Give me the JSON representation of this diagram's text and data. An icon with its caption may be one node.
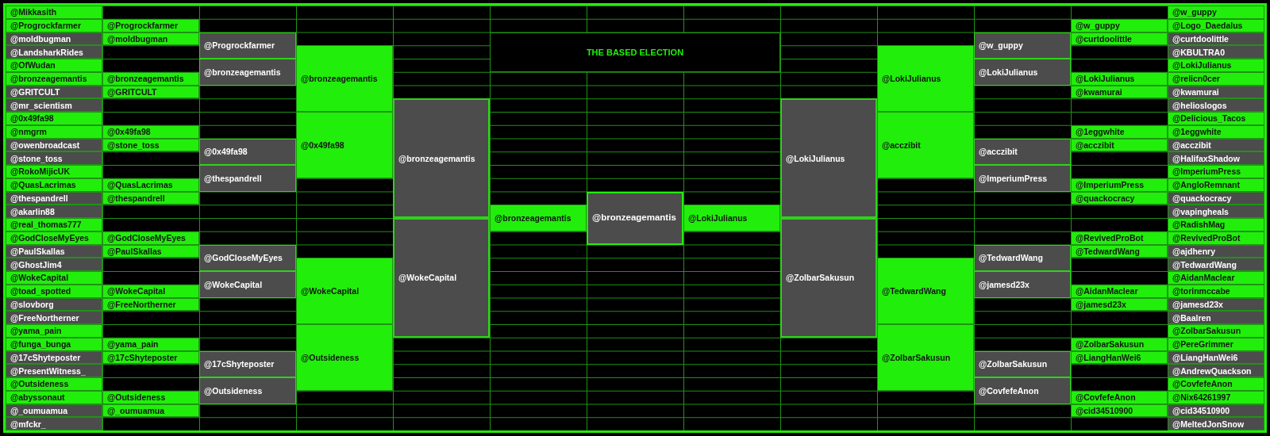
{
  "diagram": {
    "title": "THE BASED ELECTION",
    "nodes": [
      {
        "text": [
          "@Mikkasith"
        ]
      },
      {
        "text": [
          "@Progrockfarmer"
        ]
      },
      {
        "text": [
          "@moldbugman"
        ]
      },
      {
        "text": [
          "@LandsharkRides"
        ]
      },
      {
        "text": [
          "@OfWudan"
        ]
      },
      {
        "text": [
          "@bronzeagemantis"
        ]
      },
      {
        "text": [
          "@GRITCULT"
        ]
      },
      {
        "text": [
          "@mr_scientism"
        ]
      },
      {
        "text": [
          "@0x49fa98"
        ]
      },
      {
        "text": [
          "@nmgrm"
        ]
      },
      {
        "text": [
          "@owenbroadcast"
        ]
      },
      {
        "text": [
          "@stone_toss"
        ]
      },
      {
        "text": [
          "@RokoMijicUK"
        ]
      },
      {
        "text": [
          "@QuasLacrimas"
        ]
      },
      {
        "text": [
          "@thespandrell"
        ]
      },
      {
        "text": [
          "@akarlin88"
        ]
      },
      {
        "text": [
          "@real_thomas777"
        ]
      },
      {
        "text": [
          "@GodCloseMyEyes"
        ]
      },
      {
        "text": [
          "@PaulSkallas"
        ]
      },
      {
        "text": [
          "@GhostJim4"
        ]
      },
      {
        "text": [
          "@WokeCapital"
        ]
      },
      {
        "text": [
          "@toad_spotted"
        ]
      },
      {
        "text": [
          "@slovborg"
        ]
      },
      {
        "text": [
          "@FreeNortherner"
        ]
      },
      {
        "text": [
          "@yama_pain"
        ]
      },
      {
        "text": [
          "@funga_bunga"
        ]
      },
      {
        "text": [
          "@17cShyteposter"
        ]
      },
      {
        "text": [
          "@PresentWitness_"
        ]
      },
      {
        "text": [
          "@Outsideness"
        ]
      },
      {
        "text": [
          "@abyssonaut"
        ]
      },
      {
        "text": [
          "@_oumuamua"
        ]
      },
      {
        "text": [
          "@mfckr_"
        ]
      },
      {
        "text": [
          "@Progrockfarmer"
        ]
      },
      {
        "text": [
          "@moldbugman"
        ]
      },
      {
        "text": [
          "@bronzeagemantis"
        ]
      },
      {
        "text": [
          "@GRITCULT"
        ]
      },
      {
        "text": [
          "@0x49fa98"
        ]
      },
      {
        "text": [
          "@stone_toss"
        ]
      },
      {
        "text": [
          "@QuasLacrimas"
        ]
      },
      {
        "text": [
          "@thespandrell"
        ]
      },
      {
        "text": [
          "@GodCloseMyEyes"
        ]
      },
      {
        "text": [
          "@PaulSkallas"
        ]
      },
      {
        "text": [
          "@WokeCapital"
        ]
      },
      {
        "text": [
          "@FreeNortherner"
        ]
      },
      {
        "text": [
          "@yama_pain"
        ]
      },
      {
        "text": [
          "@17cShyteposter"
        ]
      },
      {
        "text": [
          "@Outsideness"
        ]
      },
      {
        "text": [
          "@_oumuamua"
        ]
      },
      {
        "text": [
          "@Progrockfarmer"
        ]
      },
      {
        "text": [
          "@bronzeagemantis"
        ]
      },
      {
        "text": [
          "@0x49fa98"
        ]
      },
      {
        "text": [
          "@thespandrell"
        ]
      },
      {
        "text": [
          "@GodCloseMyEyes"
        ]
      },
      {
        "text": [
          "@WokeCapital"
        ]
      },
      {
        "text": [
          "@17cShyteposter"
        ]
      },
      {
        "text": [
          "@Outsideness"
        ]
      },
      {
        "text": [
          "@bronzeagemantis"
        ]
      },
      {
        "text": [
          "@0x49fa98"
        ]
      },
      {
        "text": [
          "@WokeCapital"
        ]
      },
      {
        "text": [
          "@Outsideness"
        ]
      },
      {
        "text": [
          "@bronzeagemantis"
        ]
      },
      {
        "text": [
          "@WokeCapital"
        ]
      },
      {
        "text": [
          "@bronzeagemantis"
        ]
      },
      {
        "text": [
          "@bronzeagemantis"
        ]
      },
      {
        "text": [
          "@LokiJulianus"
        ]
      },
      {
        "text": [
          "@LokiJulianus"
        ]
      },
      {
        "text": [
          "@ZolbarSakusun"
        ]
      },
      {
        "text": [
          "@LokiJulianus"
        ]
      },
      {
        "text": [
          "@acczibit"
        ]
      },
      {
        "text": [
          "@TedwardWang"
        ]
      },
      {
        "text": [
          "@ZolbarSakusun"
        ]
      },
      {
        "text": [
          "@w_guppy"
        ]
      },
      {
        "text": [
          "@LokiJulianus"
        ]
      },
      {
        "text": [
          "@acczibit"
        ]
      },
      {
        "text": [
          "@ImperiumPress"
        ]
      },
      {
        "text": [
          "@TedwardWang"
        ]
      },
      {
        "text": [
          "@jamesd23x"
        ]
      },
      {
        "text": [
          "@ZolbarSakusun"
        ]
      },
      {
        "text": [
          "@CovfefeAnon"
        ]
      },
      {
        "text": [
          "@w_guppy"
        ]
      },
      {
        "text": [
          "@curtdoolittle"
        ]
      },
      {
        "text": [
          "@LokiJulianus"
        ]
      },
      {
        "text": [
          "@kwamurai"
        ]
      },
      {
        "text": [
          "@1eggwhite"
        ]
      },
      {
        "text": [
          "@acczibit"
        ]
      },
      {
        "text": [
          "@ImperiumPress"
        ]
      },
      {
        "text": [
          "@quackocracy"
        ]
      },
      {
        "text": [
          "@RevivedProBot"
        ]
      },
      {
        "text": [
          "@TedwardWang"
        ]
      },
      {
        "text": [
          "@AidanMaclear"
        ]
      },
      {
        "text": [
          "@jamesd23x"
        ]
      },
      {
        "text": [
          "@ZolbarSakusun"
        ]
      },
      {
        "text": [
          "@LiangHanWei6"
        ]
      },
      {
        "text": [
          "@CovfefeAnon"
        ]
      },
      {
        "text": [
          "@cid34510900"
        ]
      },
      {
        "text": [
          "@w_guppy"
        ]
      },
      {
        "text": [
          "@Logo_Daedalus"
        ]
      },
      {
        "text": [
          "@curtdoolittle"
        ]
      },
      {
        "text": [
          "@KBULTRA0"
        ]
      },
      {
        "text": [
          "@LokiJulianus"
        ]
      },
      {
        "text": [
          "@relicn0cer"
        ]
      },
      {
        "text": [
          "@kwamurai"
        ]
      },
      {
        "text": [
          "@helioslogos"
        ]
      },
      {
        "text": [
          "@Delicious_Tacos"
        ]
      },
      {
        "text": [
          "@1eggwhite"
        ]
      },
      {
        "text": [
          "@acczibit"
        ]
      },
      {
        "text": [
          "@HalifaxShadow"
        ]
      },
      {
        "text": [
          "@ImperiumPress"
        ]
      },
      {
        "text": [
          "@AngloRemnant"
        ]
      },
      {
        "text": [
          "@quackocracy"
        ]
      },
      {
        "text": [
          "@vapingheals"
        ]
      },
      {
        "text": [
          "@RadishMag"
        ]
      },
      {
        "text": [
          "@RevivedProBot"
        ]
      },
      {
        "text": [
          "@ajdhenry"
        ]
      },
      {
        "text": [
          "@TedwardWang"
        ]
      },
      {
        "text": [
          "@AidanMaclear"
        ]
      },
      {
        "text": [
          "@torinmccabe"
        ]
      },
      {
        "text": [
          "@jamesd23x"
        ]
      },
      {
        "text": [
          "@Baalren"
        ]
      },
      {
        "text": [
          "@ZolbarSakusun"
        ]
      },
      {
        "text": [
          "@PereGrimmer"
        ]
      },
      {
        "text": [
          "@LiangHanWei6"
        ]
      },
      {
        "text": [
          "@AndrewQuackson"
        ]
      },
      {
        "text": [
          "@CovfefeAnon"
        ]
      },
      {
        "text": [
          "@Nix64261997"
        ]
      },
      {
        "text": [
          "@cid34510900"
        ]
      },
      {
        "text": [
          "@MeltedJonSnow"
        ]
      }
    ]
  }
}
